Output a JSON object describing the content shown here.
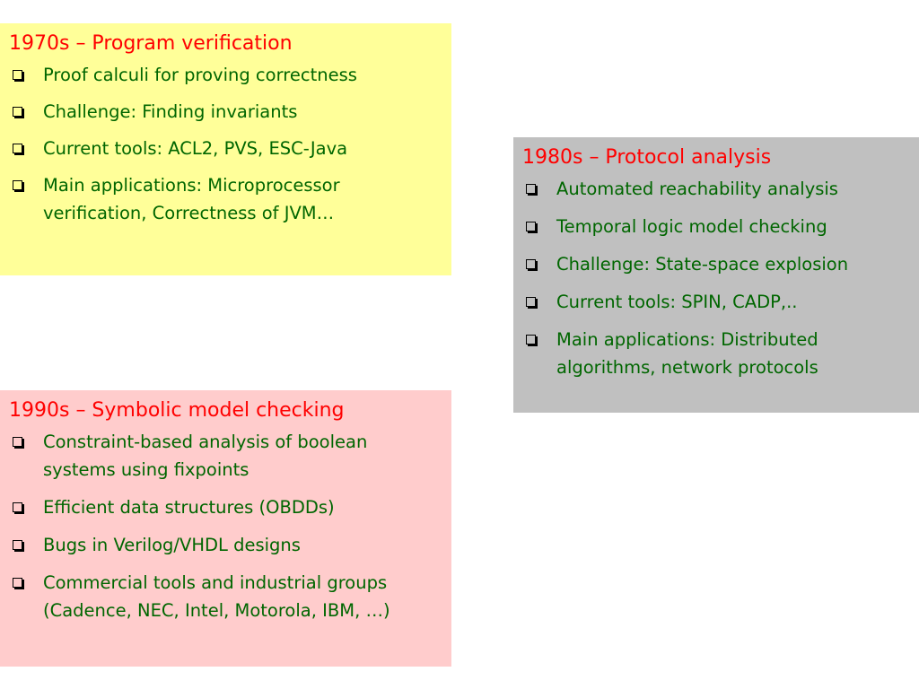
{
  "sections": [
    {
      "title": "1970s – Program verification",
      "items": [
        "Proof calculi for proving correctness",
        "Challenge: Finding invariants",
        "Current tools: ACL2, PVS, ESC-Java",
        "Main applications: Microprocessor verification, Correctness of JVM…"
      ]
    },
    {
      "title": "1980s – Protocol analysis",
      "items": [
        "Automated reachability analysis",
        "Temporal logic model checking",
        "Challenge: State-space explosion",
        "Current tools: SPIN, CADP,..",
        "Main applications: Distributed algorithms, network protocols"
      ]
    },
    {
      "title": "1990s – Symbolic model checking",
      "items": [
        "Constraint-based analysis of boolean systems using fixpoints",
        "Efficient data structures (OBDDs)",
        "Bugs in Verilog/VHDL designs",
        "Commercial tools and industrial groups (Cadence, NEC, Intel, Motorola, IBM, …)"
      ]
    }
  ],
  "colors": {
    "title": "#ff0000",
    "item": "#006600",
    "box_1970": "#ffff99",
    "box_1980": "#c0c0c0",
    "box_1990": "#ffcccc",
    "bullet_icon": "checkbox-square"
  }
}
